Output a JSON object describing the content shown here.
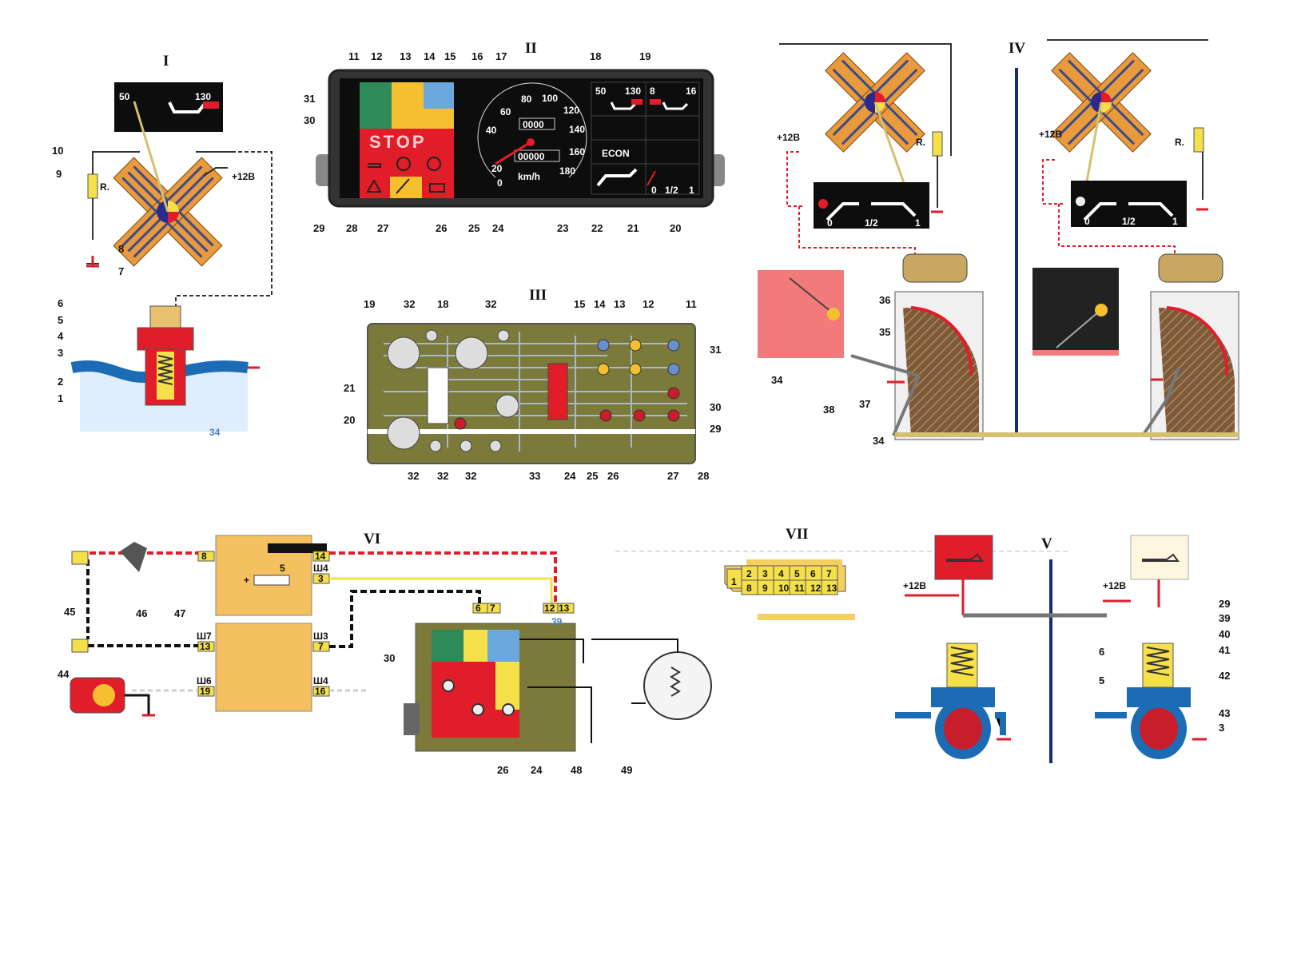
{
  "sections": {
    "s1": "I",
    "s2": "II",
    "s3": "III",
    "s4": "IV",
    "s5": "V",
    "s6": "VI",
    "s7": "VII"
  },
  "gauge_oil": {
    "min": "50",
    "max": "130",
    "resistor": "R.",
    "supply": "+12В"
  },
  "gauge_fuel": {
    "resistor": "R.",
    "supply": "+12В",
    "scale": [
      "0",
      "1/2",
      "1"
    ]
  },
  "oil_switch": {
    "supply": "+12В"
  },
  "cluster": {
    "speed_ticks": [
      "20",
      "40",
      "60",
      "80",
      "100",
      "120",
      "140",
      "160",
      "180"
    ],
    "zero": "0",
    "trip": "0000",
    "odometer": "00000",
    "unit": "km/h",
    "stop": "STOP",
    "econ": "ECON",
    "temp_scale": [
      "50",
      "130"
    ],
    "volt_scale": [
      "8",
      "16"
    ],
    "fuel_scale": [
      "0",
      "1/2",
      "1"
    ]
  },
  "sensor_34": "34",
  "sensor_34_iv": "34",
  "block6_pins": {
    "p8": "8",
    "p14": "14",
    "p3": "3",
    "p13": "13",
    "p7": "7",
    "p19": "19",
    "p16": "16",
    "sh4a": "Ш4",
    "sh7": "Ш7",
    "sh3": "Ш3",
    "sh6": "Ш6",
    "sh4b": "Ш4",
    "fuse": "5",
    "plus": "+",
    "c6": "6",
    "c7": "7",
    "c12": "12",
    "c13": "13",
    "n39": "39"
  },
  "connector7": [
    "1",
    "2",
    "3",
    "4",
    "5",
    "6",
    "7",
    "8",
    "9",
    "10",
    "11",
    "12",
    "13"
  ],
  "callouts": {
    "I": [
      "10",
      "9",
      "8",
      "7",
      "6",
      "5",
      "4",
      "3",
      "2",
      "1"
    ],
    "II_top": [
      "11",
      "12",
      "13",
      "14",
      "15",
      "16",
      "17",
      "18",
      "19"
    ],
    "II_left": [
      "31",
      "30"
    ],
    "II_bottom": [
      "29",
      "28",
      "27",
      "26",
      "25",
      "24",
      "23",
      "22",
      "21",
      "20"
    ],
    "III_top": [
      "19",
      "32",
      "18",
      "32",
      "15",
      "14",
      "13",
      "12",
      "11"
    ],
    "III_side": [
      "21",
      "20",
      "31",
      "30",
      "29"
    ],
    "III_bottom": [
      "32",
      "32",
      "32",
      "33",
      "24",
      "25",
      "26",
      "27",
      "28"
    ],
    "IV": [
      "36",
      "35",
      "34",
      "38",
      "37"
    ],
    "V": [
      "29",
      "39",
      "40",
      "41",
      "6",
      "42",
      "5",
      "43",
      "3"
    ],
    "VI": [
      "45",
      "46",
      "47",
      "44",
      "30",
      "26",
      "24",
      "48",
      "49"
    ]
  },
  "colors": {
    "cross_orange": "#e89a3c",
    "red": "#e21d2a",
    "yellow": "#f5e04a",
    "green": "#2f8a5a",
    "blue": "#6aa7dc",
    "olive": "#8a8a3a",
    "dark": "#111111",
    "water": "#1c6bb5",
    "pcb": "#7c7a3a"
  }
}
